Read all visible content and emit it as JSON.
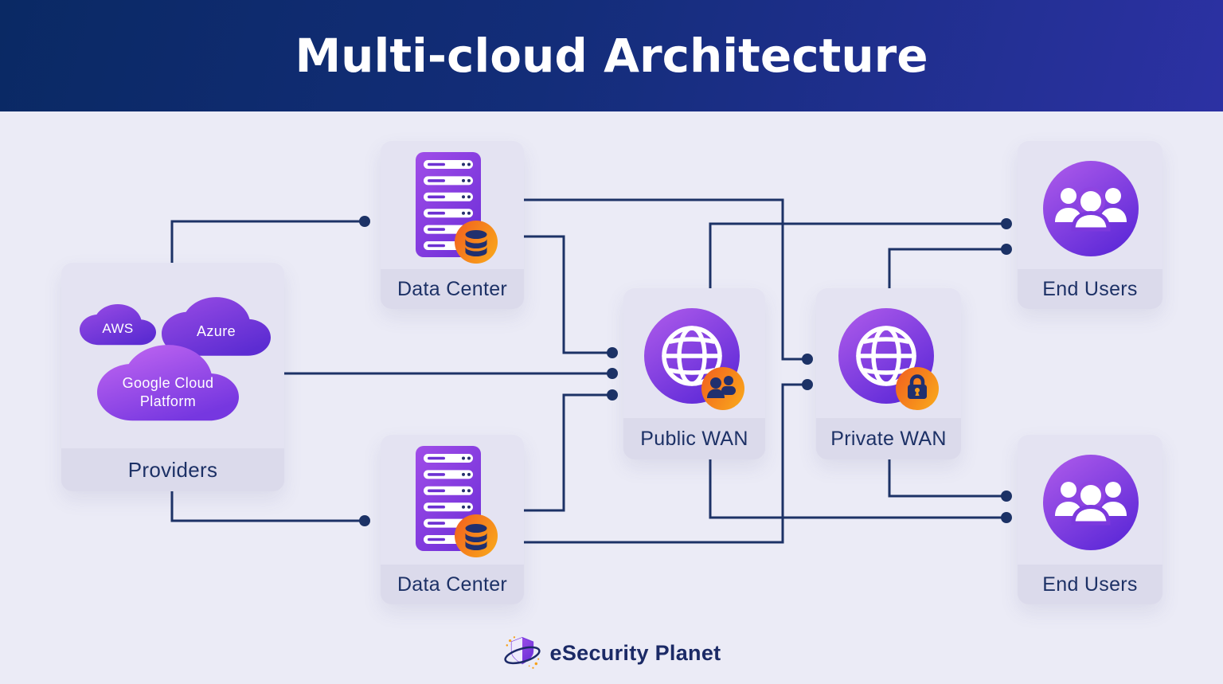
{
  "header": {
    "title": "Multi-cloud Architecture"
  },
  "providers": {
    "label": "Providers",
    "clouds": [
      {
        "name": "AWS"
      },
      {
        "name": "Azure"
      },
      {
        "name": "Google Cloud Platform"
      }
    ]
  },
  "nodes": {
    "data_center_top": {
      "label": "Data Center",
      "icon": "server-database"
    },
    "data_center_bottom": {
      "label": "Data Center",
      "icon": "server-database"
    },
    "public_wan": {
      "label": "Public WAN",
      "icon": "globe-users"
    },
    "private_wan": {
      "label": "Private WAN",
      "icon": "globe-lock"
    },
    "end_users_top": {
      "label": "End Users",
      "icon": "user-group"
    },
    "end_users_bottom": {
      "label": "End Users",
      "icon": "user-group"
    }
  },
  "footer": {
    "brand": "eSecurity Planet"
  },
  "colors": {
    "banner_start": "#0a2964",
    "banner_end": "#2c31a3",
    "wire_navy": "#1c3266",
    "label_navy": "#1d3166",
    "purple_start": "#b05ceb",
    "purple_end": "#5f2ad8",
    "orange_start": "#f2711d",
    "orange_end": "#f9a61b",
    "icon_navy": "#20306f",
    "card_bg": "#e4e3f2"
  }
}
